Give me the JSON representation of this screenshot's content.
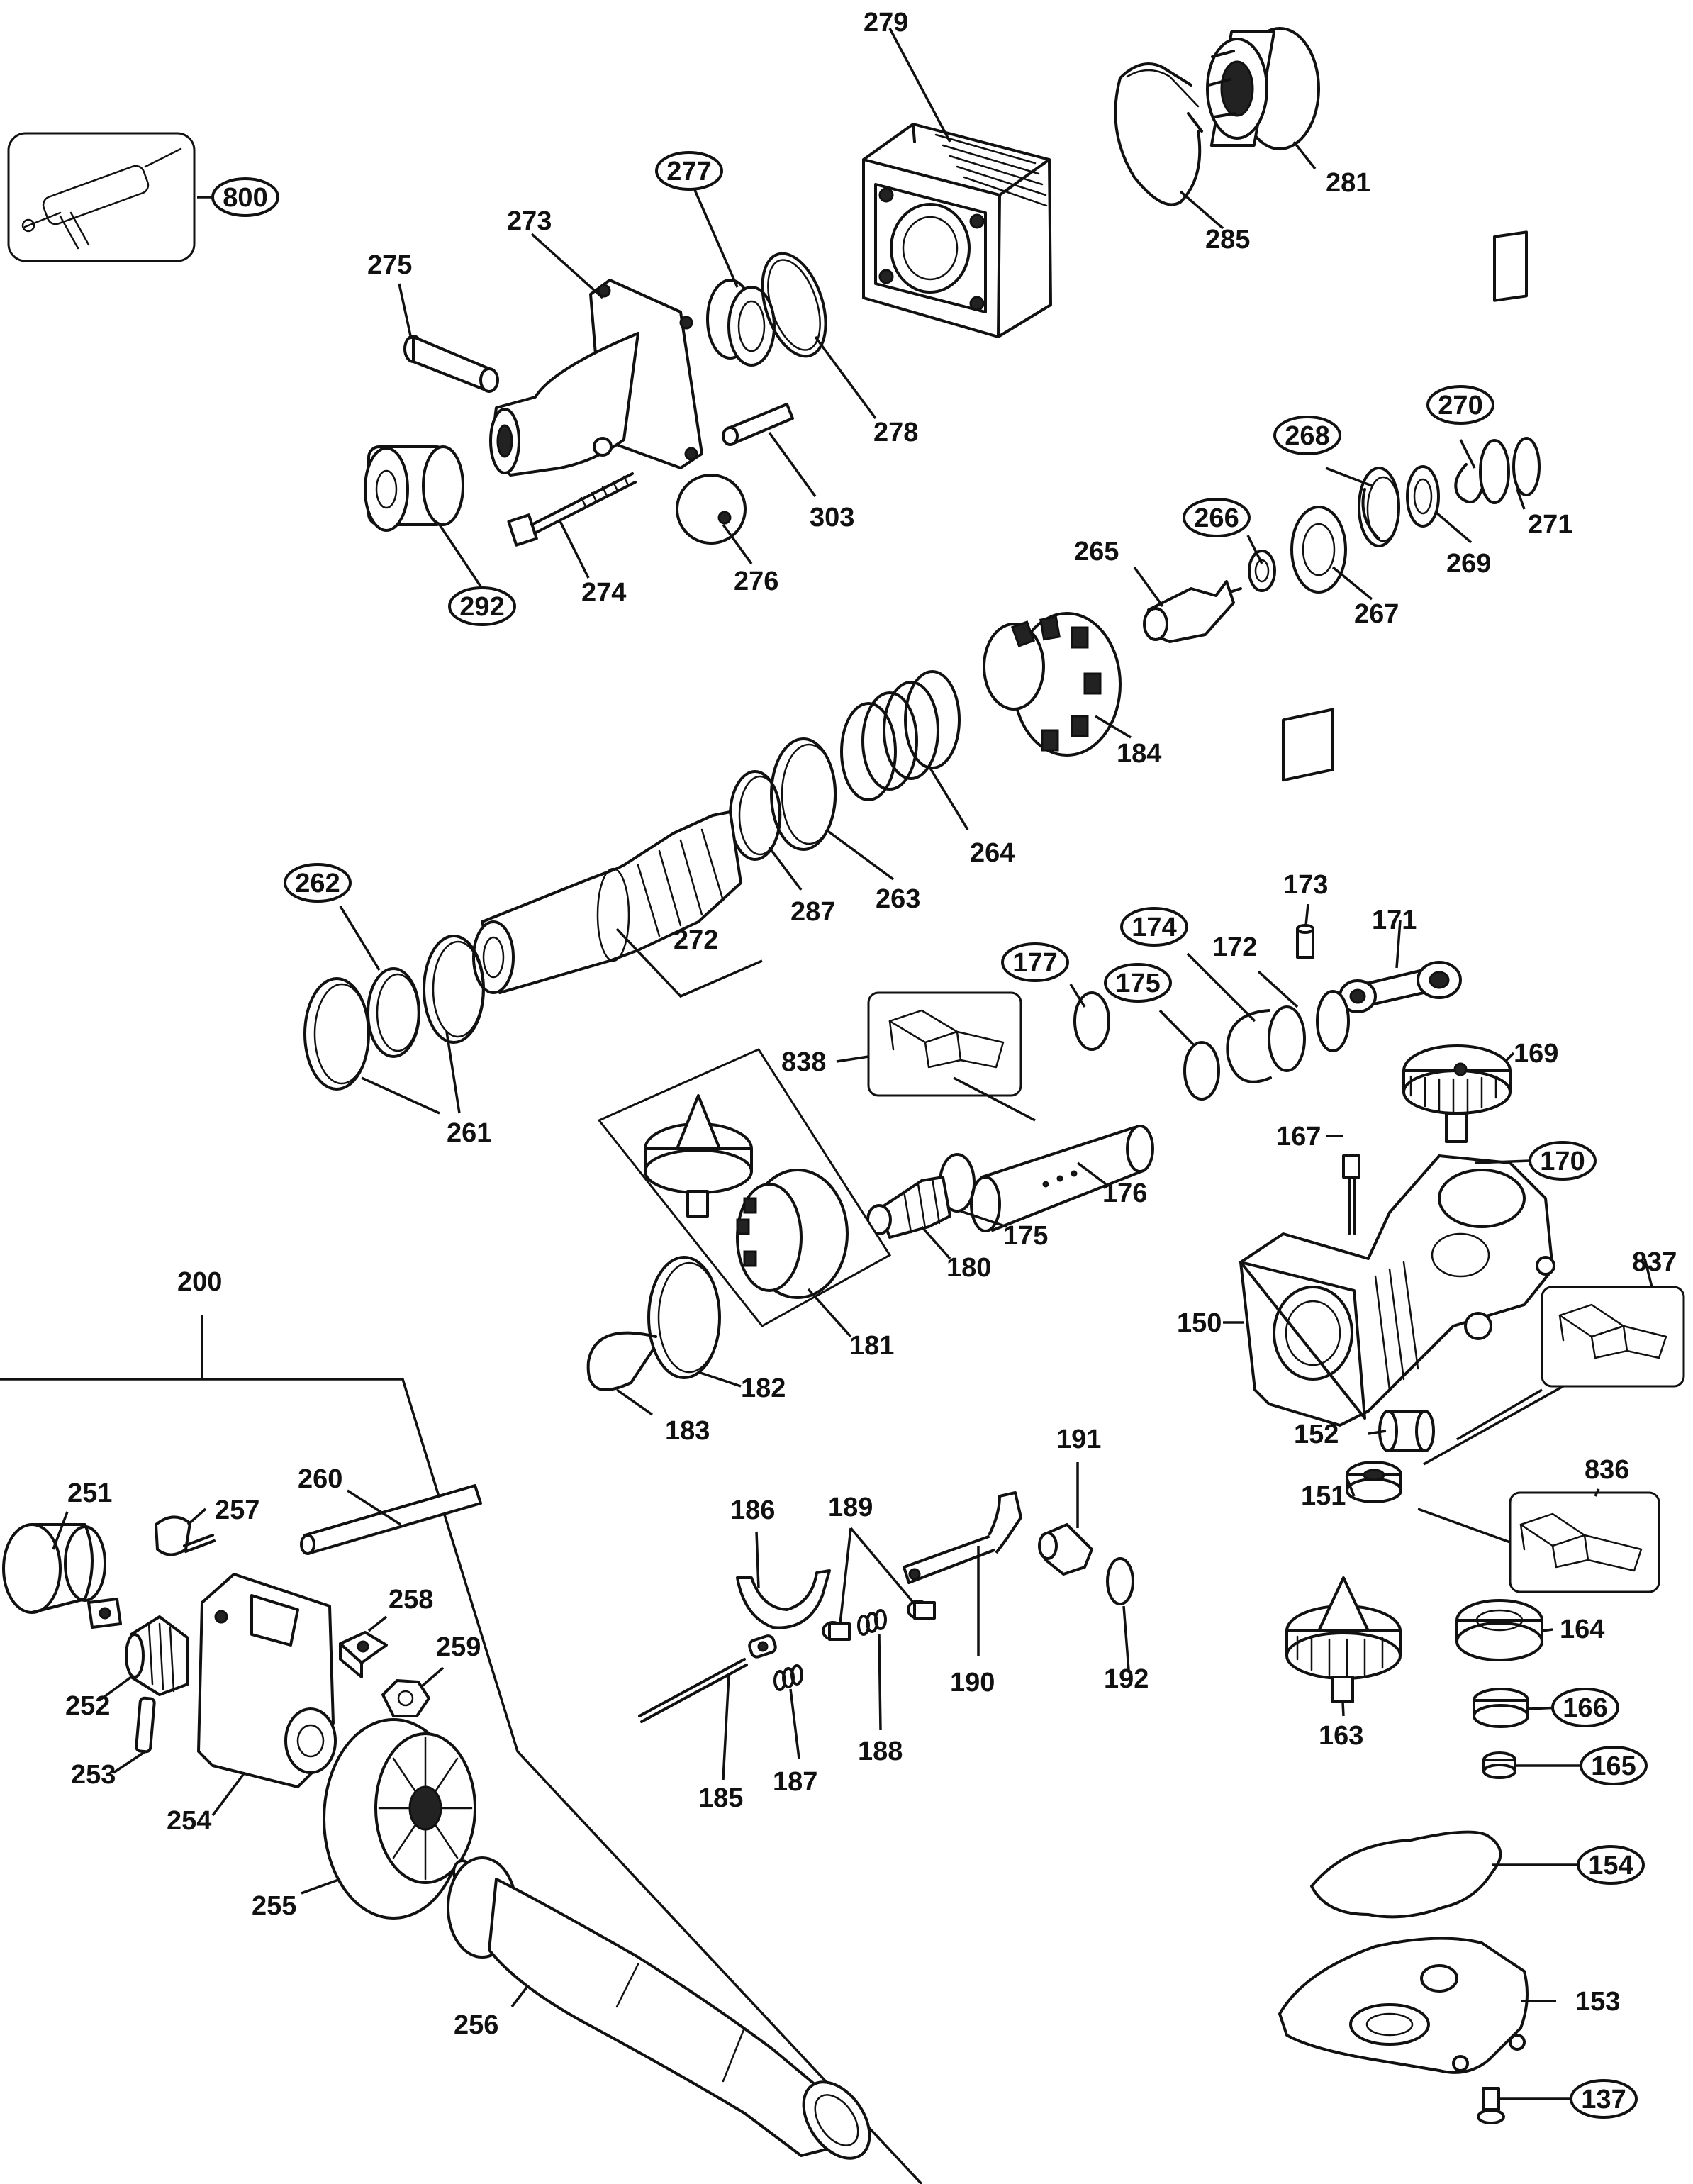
{
  "labels": {
    "l279": "279",
    "l281": "281",
    "l285": "285",
    "l800": "800",
    "l277": "277",
    "l273": "273",
    "l275": "275",
    "l278": "278",
    "l303": "303",
    "l292": "292",
    "l274": "274",
    "l276": "276",
    "l270": "270",
    "l268": "268",
    "l271": "271",
    "l266": "266",
    "l269": "269",
    "l265": "265",
    "l267": "267",
    "l184": "184",
    "l264": "264",
    "l263": "263",
    "l287": "287",
    "l262": "262",
    "l272": "272",
    "l261": "261",
    "l173": "173",
    "l171": "171",
    "l174": "174",
    "l172": "172",
    "l177": "177",
    "l175a": "175",
    "l169": "169",
    "l838": "838",
    "l170": "170",
    "l167": "167",
    "l176": "176",
    "l175b": "175",
    "l180": "180",
    "l837": "837",
    "l150": "150",
    "l181": "181",
    "l182": "182",
    "l183": "183",
    "l200": "200",
    "l152": "152",
    "l191": "191",
    "l836": "836",
    "l151": "151",
    "l251": "251",
    "l257": "257",
    "l260": "260",
    "l186": "186",
    "l189": "189",
    "l164": "164",
    "l258": "258",
    "l259": "259",
    "l192": "192",
    "l190": "190",
    "l166": "166",
    "l252": "252",
    "l163": "163",
    "l188": "188",
    "l187": "187",
    "l165": "165",
    "l253": "253",
    "l185": "185",
    "l254": "254",
    "l154": "154",
    "l255": "255",
    "l256": "256",
    "l153": "153",
    "l137": "137"
  }
}
